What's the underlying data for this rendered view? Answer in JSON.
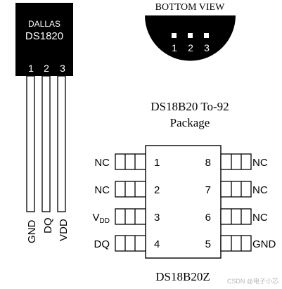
{
  "to92_front": {
    "brand": "DALLAS",
    "model": "DS1820",
    "pin_numbers": [
      "1",
      "2",
      "3"
    ],
    "pin_labels": [
      "GND",
      "DQ",
      "VDD"
    ]
  },
  "bottom_view": {
    "title": "BOTTOM VIEW",
    "pin_numbers": [
      "1",
      "2",
      "3"
    ]
  },
  "package_caption": {
    "line1": "DS18B20 To-92",
    "line2": "Package"
  },
  "soic": {
    "left_pins": [
      {
        "num": "1",
        "label": "NC"
      },
      {
        "num": "2",
        "label": "NC"
      },
      {
        "num": "3",
        "label": "V",
        "sub": "DD"
      },
      {
        "num": "4",
        "label": "DQ"
      }
    ],
    "right_pins": [
      {
        "num": "8",
        "label": "NC"
      },
      {
        "num": "7",
        "label": "NC"
      },
      {
        "num": "6",
        "label": "NC"
      },
      {
        "num": "5",
        "label": "GND"
      }
    ],
    "caption": "DS18B20Z"
  },
  "watermark": "CSDN @电子小芯"
}
